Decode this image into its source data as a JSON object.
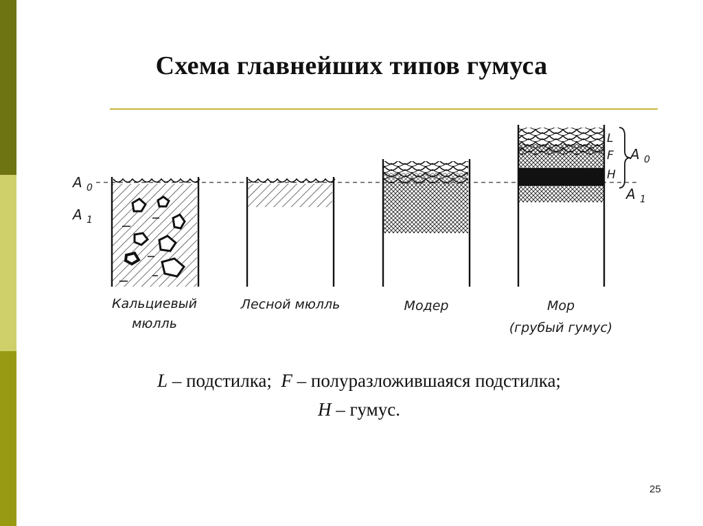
{
  "slide": {
    "title": "Схема главнейших типов гумуса",
    "page_number": "25"
  },
  "diagram": {
    "horizon_labels": {
      "a0": "A0",
      "a1": "A1"
    },
    "profiles": [
      {
        "label_line1": "Кальциевый",
        "label_line2": "мюлль"
      },
      {
        "label_line1": "Лесной мюлль",
        "label_line2": ""
      },
      {
        "label_line1": "Модер",
        "label_line2": ""
      },
      {
        "label_line1": "Мор",
        "label_line2": "(грубый гумус)"
      }
    ],
    "mor_layer_labels": {
      "l": "L",
      "f": "F",
      "h": "H",
      "a0": "A0",
      "a1": "A1"
    }
  },
  "legend": {
    "l_symbol": "L",
    "l_text": "– подстилка;",
    "f_symbol": "F",
    "f_text": "– полуразложившаяся подстилка;",
    "h_symbol": "H",
    "h_text": "– гумус."
  },
  "colors": {
    "bar_top": "#6f7412",
    "bar_middle": "#cfd06a",
    "bar_bottom": "#999a14",
    "title_rule": "#c9b23a"
  }
}
